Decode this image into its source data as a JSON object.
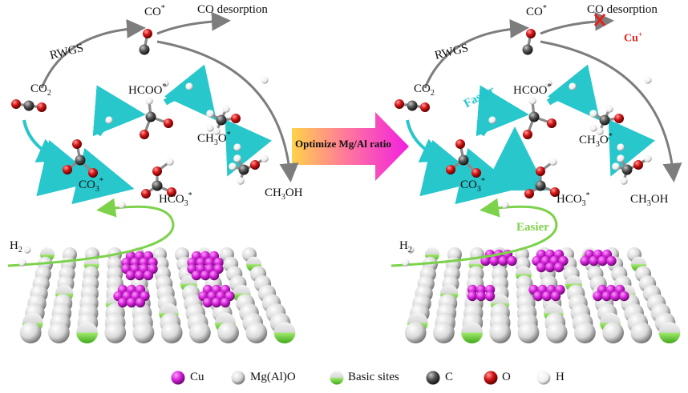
{
  "panel_arrow": {
    "label": "Optimize Mg/Al ratio"
  },
  "left_panel": {
    "rwgs": "RWGS",
    "co": "CO",
    "co_desorption": "CO desorption",
    "co2": "CO",
    "hcoo": "HCOO",
    "co3": "CO",
    "hco3": "HCO",
    "ch3o": "CH",
    "ch3oh": "CH",
    "h2": "H"
  },
  "right_panel": {
    "rwgs": "RWGS",
    "co": "CO",
    "co_desorption": "CO desorption",
    "cu_plus": "Cu",
    "faster": "Faster",
    "easier": "Easier",
    "co2": "CO",
    "hcoo": "HCOO",
    "co3": "CO",
    "hco3": "HCO",
    "ch3o": "CH",
    "ch3oh": "CH",
    "h2": "H"
  },
  "legend": [
    {
      "label": "Cu",
      "icon": "cu-atom-icon",
      "color": "#d21fd6"
    },
    {
      "label": "Mg(Al)O",
      "icon": "mgalo-atom-icon",
      "color": "#e8e8e8"
    },
    {
      "label": "Basic sites",
      "icon": "basic-site-atom-icon",
      "color": "#7ed84a"
    },
    {
      "label": "C",
      "icon": "carbon-atom-icon",
      "color": "#3a3a3a"
    },
    {
      "label": "O",
      "icon": "oxygen-atom-icon",
      "color": "#d41414"
    },
    {
      "label": "H",
      "icon": "hydrogen-atom-icon",
      "color": "#ffffff"
    }
  ],
  "colors": {
    "cu": "#d21fd6",
    "mgalo": "#e8e8e8",
    "basic": "#7ed84a",
    "carbon": "#3a3a3a",
    "oxygen": "#d41414",
    "hydrogen": "#ffffff",
    "cyan_arrow": "#27c7cc",
    "green_arrow": "#7cd24a",
    "gray_arrow": "#7d7d7d",
    "cross": "#e5221e"
  }
}
